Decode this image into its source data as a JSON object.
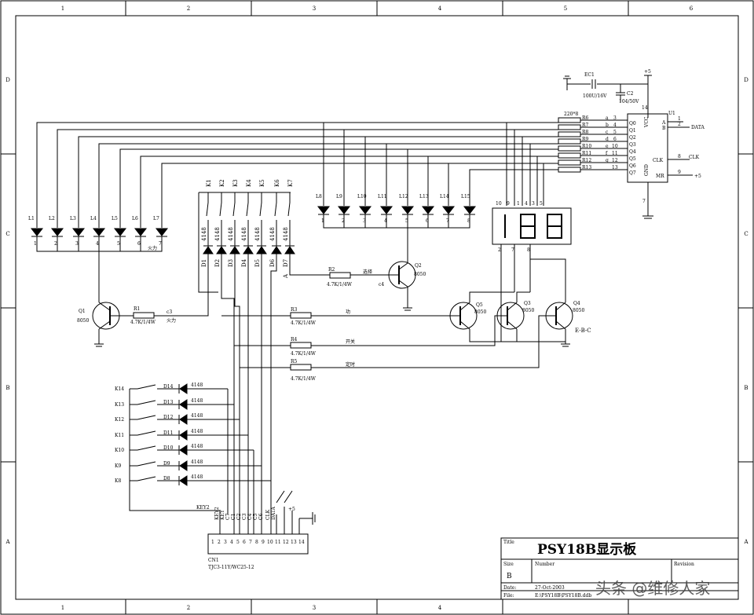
{
  "frame": {
    "columns": [
      "1",
      "2",
      "3",
      "4",
      "5",
      "6"
    ],
    "rows": [
      "D",
      "C",
      "B",
      "A"
    ]
  },
  "title_block": {
    "title_label": "Title",
    "title": "PSY18B显示板",
    "size_label": "Size",
    "size": "B",
    "number_label": "Number",
    "revision_label": "Revision",
    "date_label": "Date:",
    "date": "27-Oct-2003",
    "file_label": "File:",
    "file": "E:\\PSY18B\\PSY18B.ddb",
    "watermark": "头条 @维修人家"
  },
  "power": {
    "vcc": "+5",
    "vcc2": "+5",
    "vcc3": "+5",
    "ec1_name": "EC1",
    "ec1_value": "100U/16V",
    "c2_name": "C2",
    "c2_value": "104/50V"
  },
  "resistor_array": {
    "header": "220*8",
    "names": [
      "R6",
      "R7",
      "R8",
      "R9",
      "R10",
      "R11",
      "R12",
      "R13"
    ],
    "segments": [
      "a",
      "b",
      "c",
      "d",
      "e",
      "f",
      "g",
      ""
    ],
    "pins": [
      "3",
      "4",
      "5",
      "6",
      "10",
      "11",
      "12",
      "13"
    ]
  },
  "u1": {
    "name": "U1",
    "vcc": "VCC",
    "gnd": "GND",
    "clk": "CLK",
    "mr": "MR",
    "a": "A",
    "b": "B",
    "q_labels": [
      "Q0",
      "Q1",
      "Q2",
      "Q3",
      "Q4",
      "Q5",
      "Q6",
      "Q7"
    ],
    "pins": {
      "a": "1",
      "b": "2",
      "clk": "8",
      "mr": "9",
      "gnd": "7",
      "vcc": "14"
    },
    "data_net": "DATA",
    "clk_net": "CLK"
  },
  "leds_left": {
    "names": [
      "L1",
      "L2",
      "L3",
      "L4",
      "L5",
      "L6",
      "L7"
    ],
    "pins": [
      "1",
      "2",
      "3",
      "4",
      "5",
      "6",
      "7"
    ],
    "caption": "火力"
  },
  "leds_right": {
    "names": [
      "L8",
      "L9",
      "L10",
      "L11",
      "L12",
      "L13",
      "L14",
      "L15"
    ],
    "pins": [
      "1",
      "2",
      "3",
      "4",
      "5",
      "6",
      "7",
      "8"
    ]
  },
  "keys_top": {
    "names": [
      "K1",
      "K2",
      "K3",
      "K4",
      "K5",
      "K6",
      "K7"
    ],
    "diode_values": [
      "4148",
      "4148",
      "4148",
      "4148",
      "4148",
      "4148",
      "4148"
    ],
    "diode_names": [
      "D1",
      "D2",
      "D3",
      "D4",
      "D5",
      "D6",
      "D7"
    ],
    "a_label": "A"
  },
  "display": {
    "top_pins": [
      "10",
      "9",
      "1",
      "4",
      "3",
      "5"
    ],
    "bottom_pins": [
      "2",
      "7",
      "8"
    ]
  },
  "transistors": {
    "q1": {
      "name": "Q1",
      "type": "8050"
    },
    "q2": {
      "name": "Q2",
      "type": "8050",
      "note": "c4"
    },
    "q3": {
      "name": "Q3",
      "type": "8050"
    },
    "q4": {
      "name": "Q4",
      "type": "8050"
    },
    "q5": {
      "name": "Q5",
      "type": "8050"
    },
    "ebc": "E-B-C"
  },
  "resistors": {
    "r1": {
      "name": "R1",
      "value": "4.7K/1/4W",
      "net": "c3",
      "net2": "火力"
    },
    "r2": {
      "name": "R2",
      "value": "4.7K/1/4W",
      "net": "选择"
    },
    "r3": {
      "name": "R3",
      "value": "4.7K/1/4W",
      "net": "功"
    },
    "r4": {
      "name": "R4",
      "value": "4.7K/1/4W",
      "net": "开关"
    },
    "r5": {
      "name": "R5",
      "value": "4.7K/1/4W",
      "net": "定时"
    }
  },
  "keys_left": {
    "names": [
      "K14",
      "K13",
      "K12",
      "K11",
      "K10",
      "K9",
      "K8"
    ],
    "diode_names": [
      "D14",
      "D13",
      "D12",
      "D11",
      "D10",
      "D9",
      "D8"
    ],
    "diode_values": [
      "4148",
      "4148",
      "4148",
      "4148",
      "4148",
      "4148",
      "4148"
    ],
    "key_net": "KEY2"
  },
  "connector": {
    "name": "CN1",
    "part": "TJC3-11Y/WC25-12",
    "signals": [
      "KEY2",
      "KEY",
      "C7",
      "C1",
      "C2",
      "C3",
      "C4",
      "C5",
      "C6",
      "CLK",
      "DATA",
      "",
      "+5",
      ""
    ],
    "pins": [
      "1",
      "2",
      "3",
      "4",
      "5",
      "6",
      "7",
      "8",
      "9",
      "10",
      "11",
      "12",
      "13",
      "14"
    ]
  }
}
